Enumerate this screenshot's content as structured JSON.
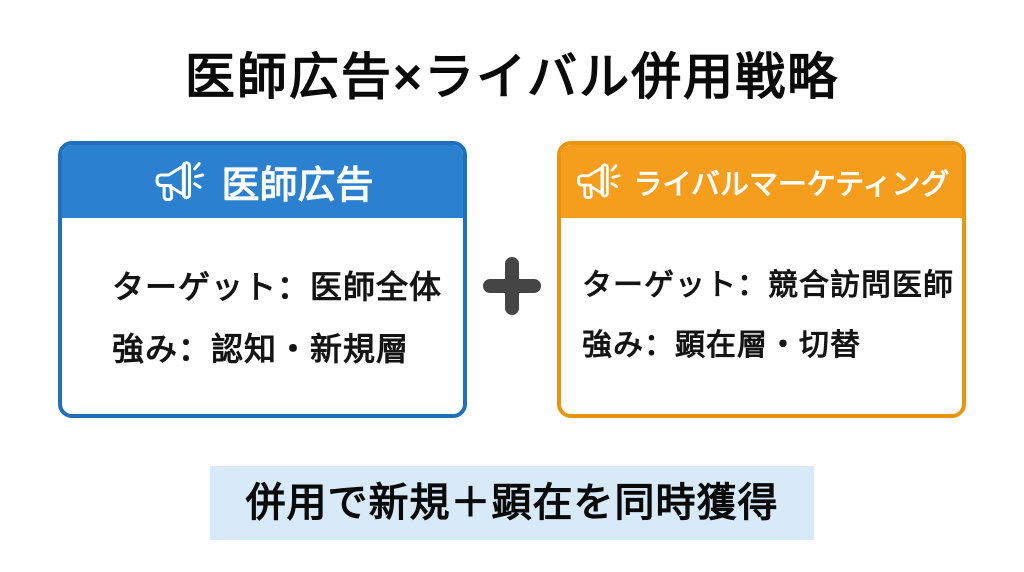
{
  "title": "医師広告×ライバル併用戦略",
  "cards": {
    "left": {
      "header": "医師広告",
      "icon": "megaphone-icon",
      "accent_color": "#2B80D0",
      "border_color": "#1E6FBD",
      "lines": [
        "ターゲット：医師全体",
        "強み：認知・新規層"
      ]
    },
    "right": {
      "header": "ライバルマーケティング",
      "icon": "megaphone-icon",
      "accent_color": "#F59E1E",
      "border_color": "#E8940D",
      "lines": [
        "ターゲット：競合訪問医師",
        "強み：顕在層・切替"
      ]
    }
  },
  "separator": {
    "symbol": "＋",
    "color": "#454545"
  },
  "footer": {
    "text": "併用で新規＋顕在を同時獲得",
    "highlight_color": "#D8E9F7"
  }
}
